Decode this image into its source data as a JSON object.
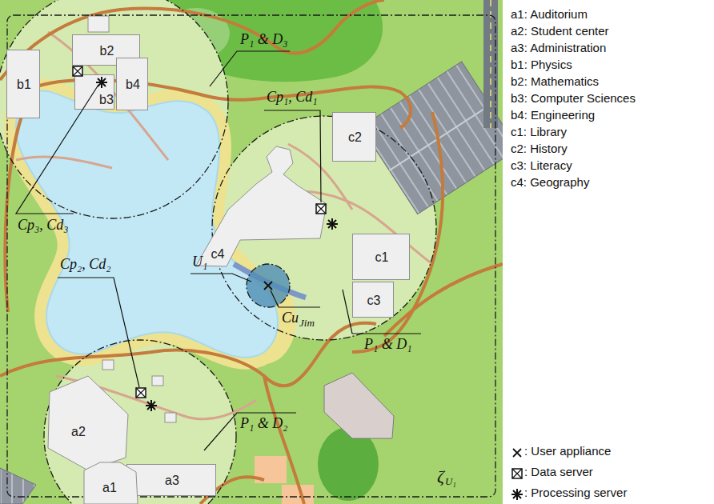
{
  "diagram": {
    "nodes": [
      {
        "text": [
          "ζ",
          "U₁"
        ]
      },
      {
        "text": [
          "P₁ & D₃"
        ],
        "in": 0
      },
      {
        "text": [
          "b2"
        ],
        "in": 1
      },
      {
        "text": [
          "b1"
        ],
        "in": 1
      },
      {
        "text": [
          "b4"
        ],
        "in": 1
      },
      {
        "text": [
          "b3"
        ],
        "in": 1
      },
      {
        "text": [
          "P₁ & D₁"
        ],
        "in": 0
      },
      {
        "text": [
          "c2"
        ],
        "in": 6
      },
      {
        "text": [
          "c4"
        ],
        "in": 6
      },
      {
        "text": [
          "c1"
        ],
        "in": 6
      },
      {
        "text": [
          "c3"
        ],
        "in": 6
      },
      {
        "text": [
          "U₁"
        ],
        "in": 0
      },
      {
        "text": [
          "P₁ & D₂"
        ],
        "in": 0
      },
      {
        "text": [
          "a2"
        ],
        "in": 12
      },
      {
        "text": [
          "a3"
        ],
        "in": 12
      },
      {
        "text": [
          "a1"
        ],
        "in": 12
      }
    ],
    "labels": [
      "a1: Auditorium",
      "a2: Student center",
      "a3: Administration",
      "b1: Physics",
      "b2: Mathematics",
      "b3: Computer Sciences",
      "b4: Engineering",
      "c1: Library",
      "c2: History",
      "c3: Literacy",
      "c4: Geography",
      "Cp₁, Cd₁",
      "Cp₂, Cd₂",
      "Cp₃, Cd₃",
      "Cu",
      "Jim"
    ],
    "legend": [
      {
        "text": ": User appliance"
      },
      {
        "text": ": Data server"
      },
      {
        "text": ": Processing server"
      }
    ]
  }
}
